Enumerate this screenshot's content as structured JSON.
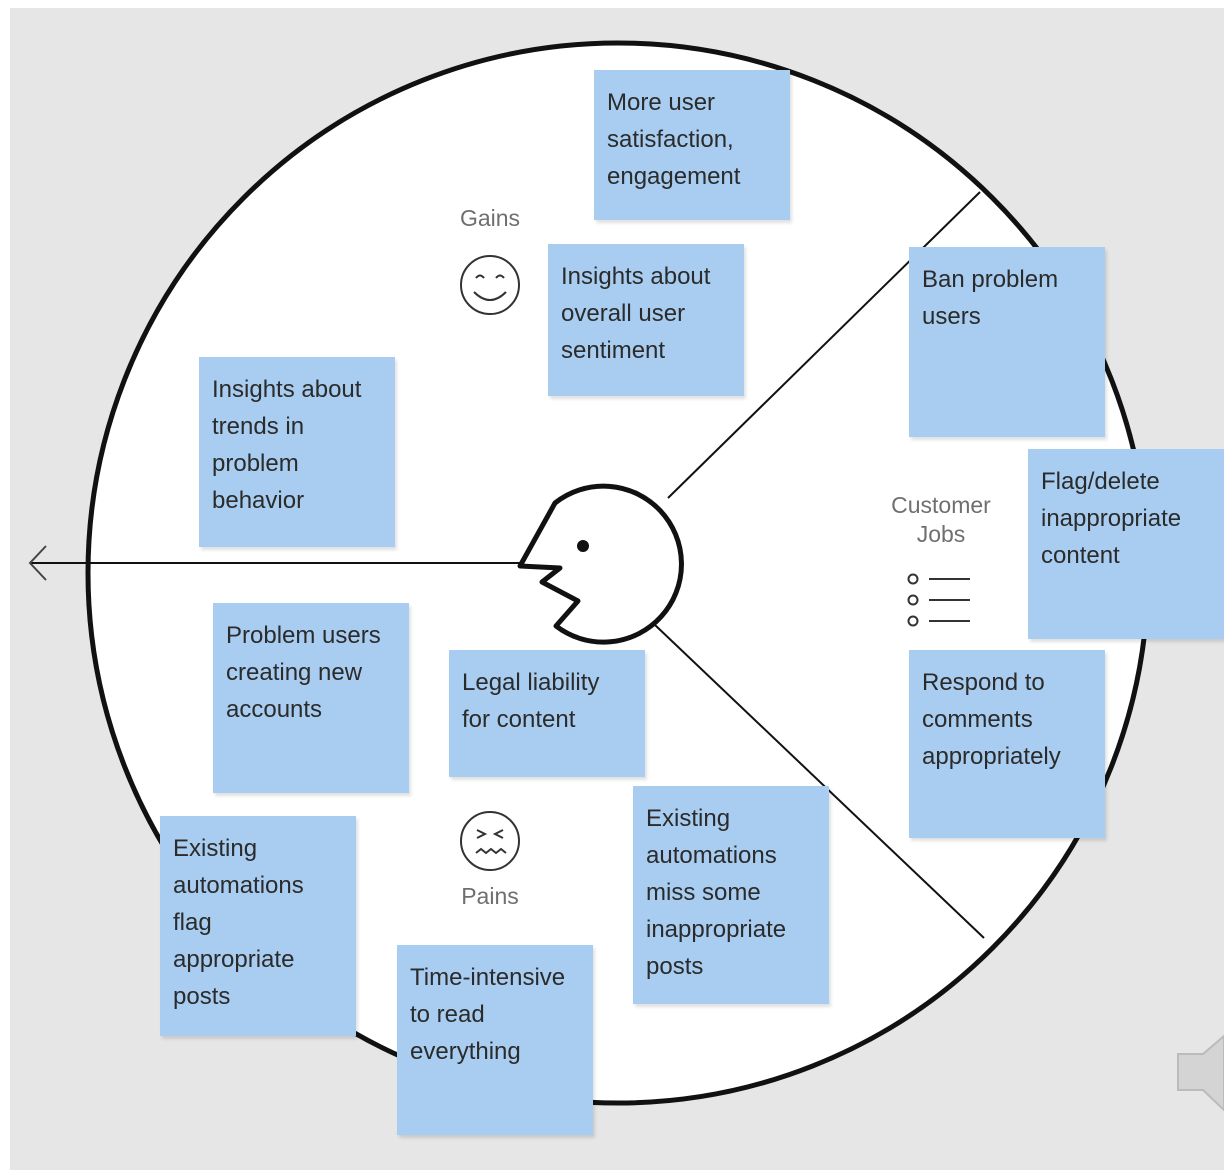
{
  "segments": {
    "gains": "Gains",
    "pains": "Pains",
    "customer_jobs": "Customer Jobs"
  },
  "notes": {
    "more_user_satisfaction": "More user satisfaction, engagement",
    "insights_sentiment": "Insights about overall user sentiment",
    "insights_trends": "Insights about trends in problem behavior",
    "ban_problem_users": "Ban problem users",
    "flag_delete": "Flag/delete inappropriate content",
    "respond_comments": "Respond to comments appropriately",
    "problem_users_accounts": "Problem users creating new accounts",
    "legal_liability": "Legal liability for content",
    "automations_miss": "Existing automations miss some inappropriate posts",
    "automations_flag": "Existing automations flag appropriate posts",
    "time_intensive": "Time-intensive to read everything"
  },
  "colors": {
    "background": "#e6e6e6",
    "circle_fill": "#ffffff",
    "sticky_note": "#a8cdf0",
    "line": "#111111"
  },
  "icons": {
    "gains": "smiley-face-icon",
    "pains": "grimace-face-icon",
    "customer_jobs": "bulleted-list-icon",
    "customer": "customer-profile-head-icon",
    "arrow": "arrow-left-icon",
    "speaker": "speaker-icon"
  }
}
